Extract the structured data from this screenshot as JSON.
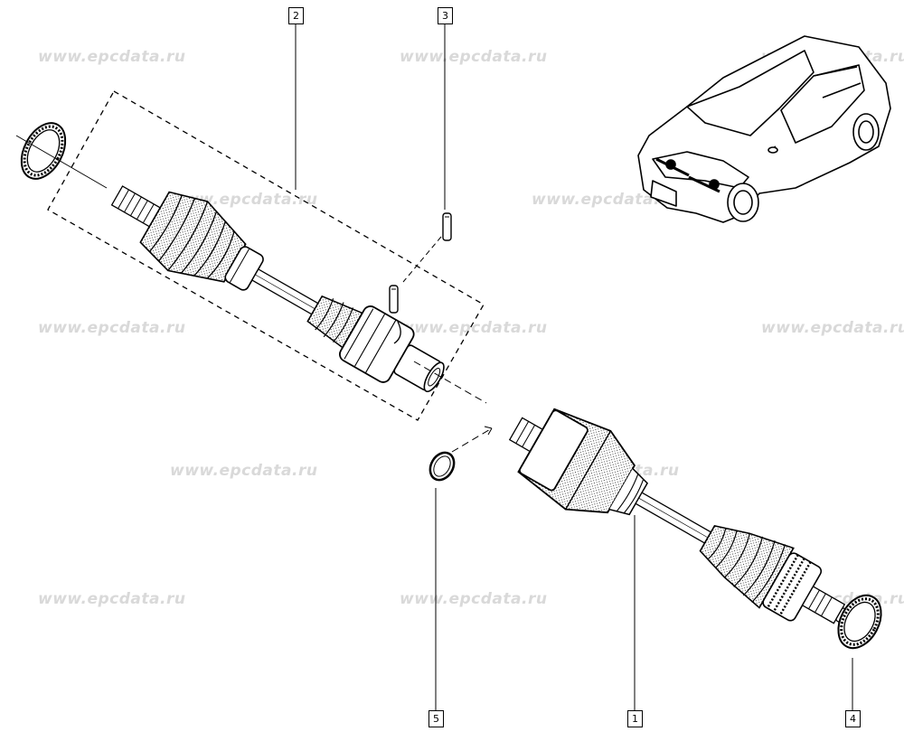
{
  "watermark": {
    "text": "www.epcdata.ru",
    "color": "#d9d9d9"
  },
  "callouts": [
    {
      "id": "2",
      "label": "2"
    },
    {
      "id": "3",
      "label": "3"
    },
    {
      "id": "5",
      "label": "5"
    },
    {
      "id": "1",
      "label": "1"
    },
    {
      "id": "4",
      "label": "4"
    }
  ],
  "colors": {
    "line": "#000000",
    "background": "#ffffff"
  },
  "icons": {
    "vehicle": "hatchback-car-illustration",
    "left_shaft": "drive-shaft-assembly-left",
    "right_shaft": "drive-shaft-assembly-right",
    "pin": "roll-pin",
    "ring": "abs-tone-ring",
    "seal": "o-ring-seal"
  }
}
